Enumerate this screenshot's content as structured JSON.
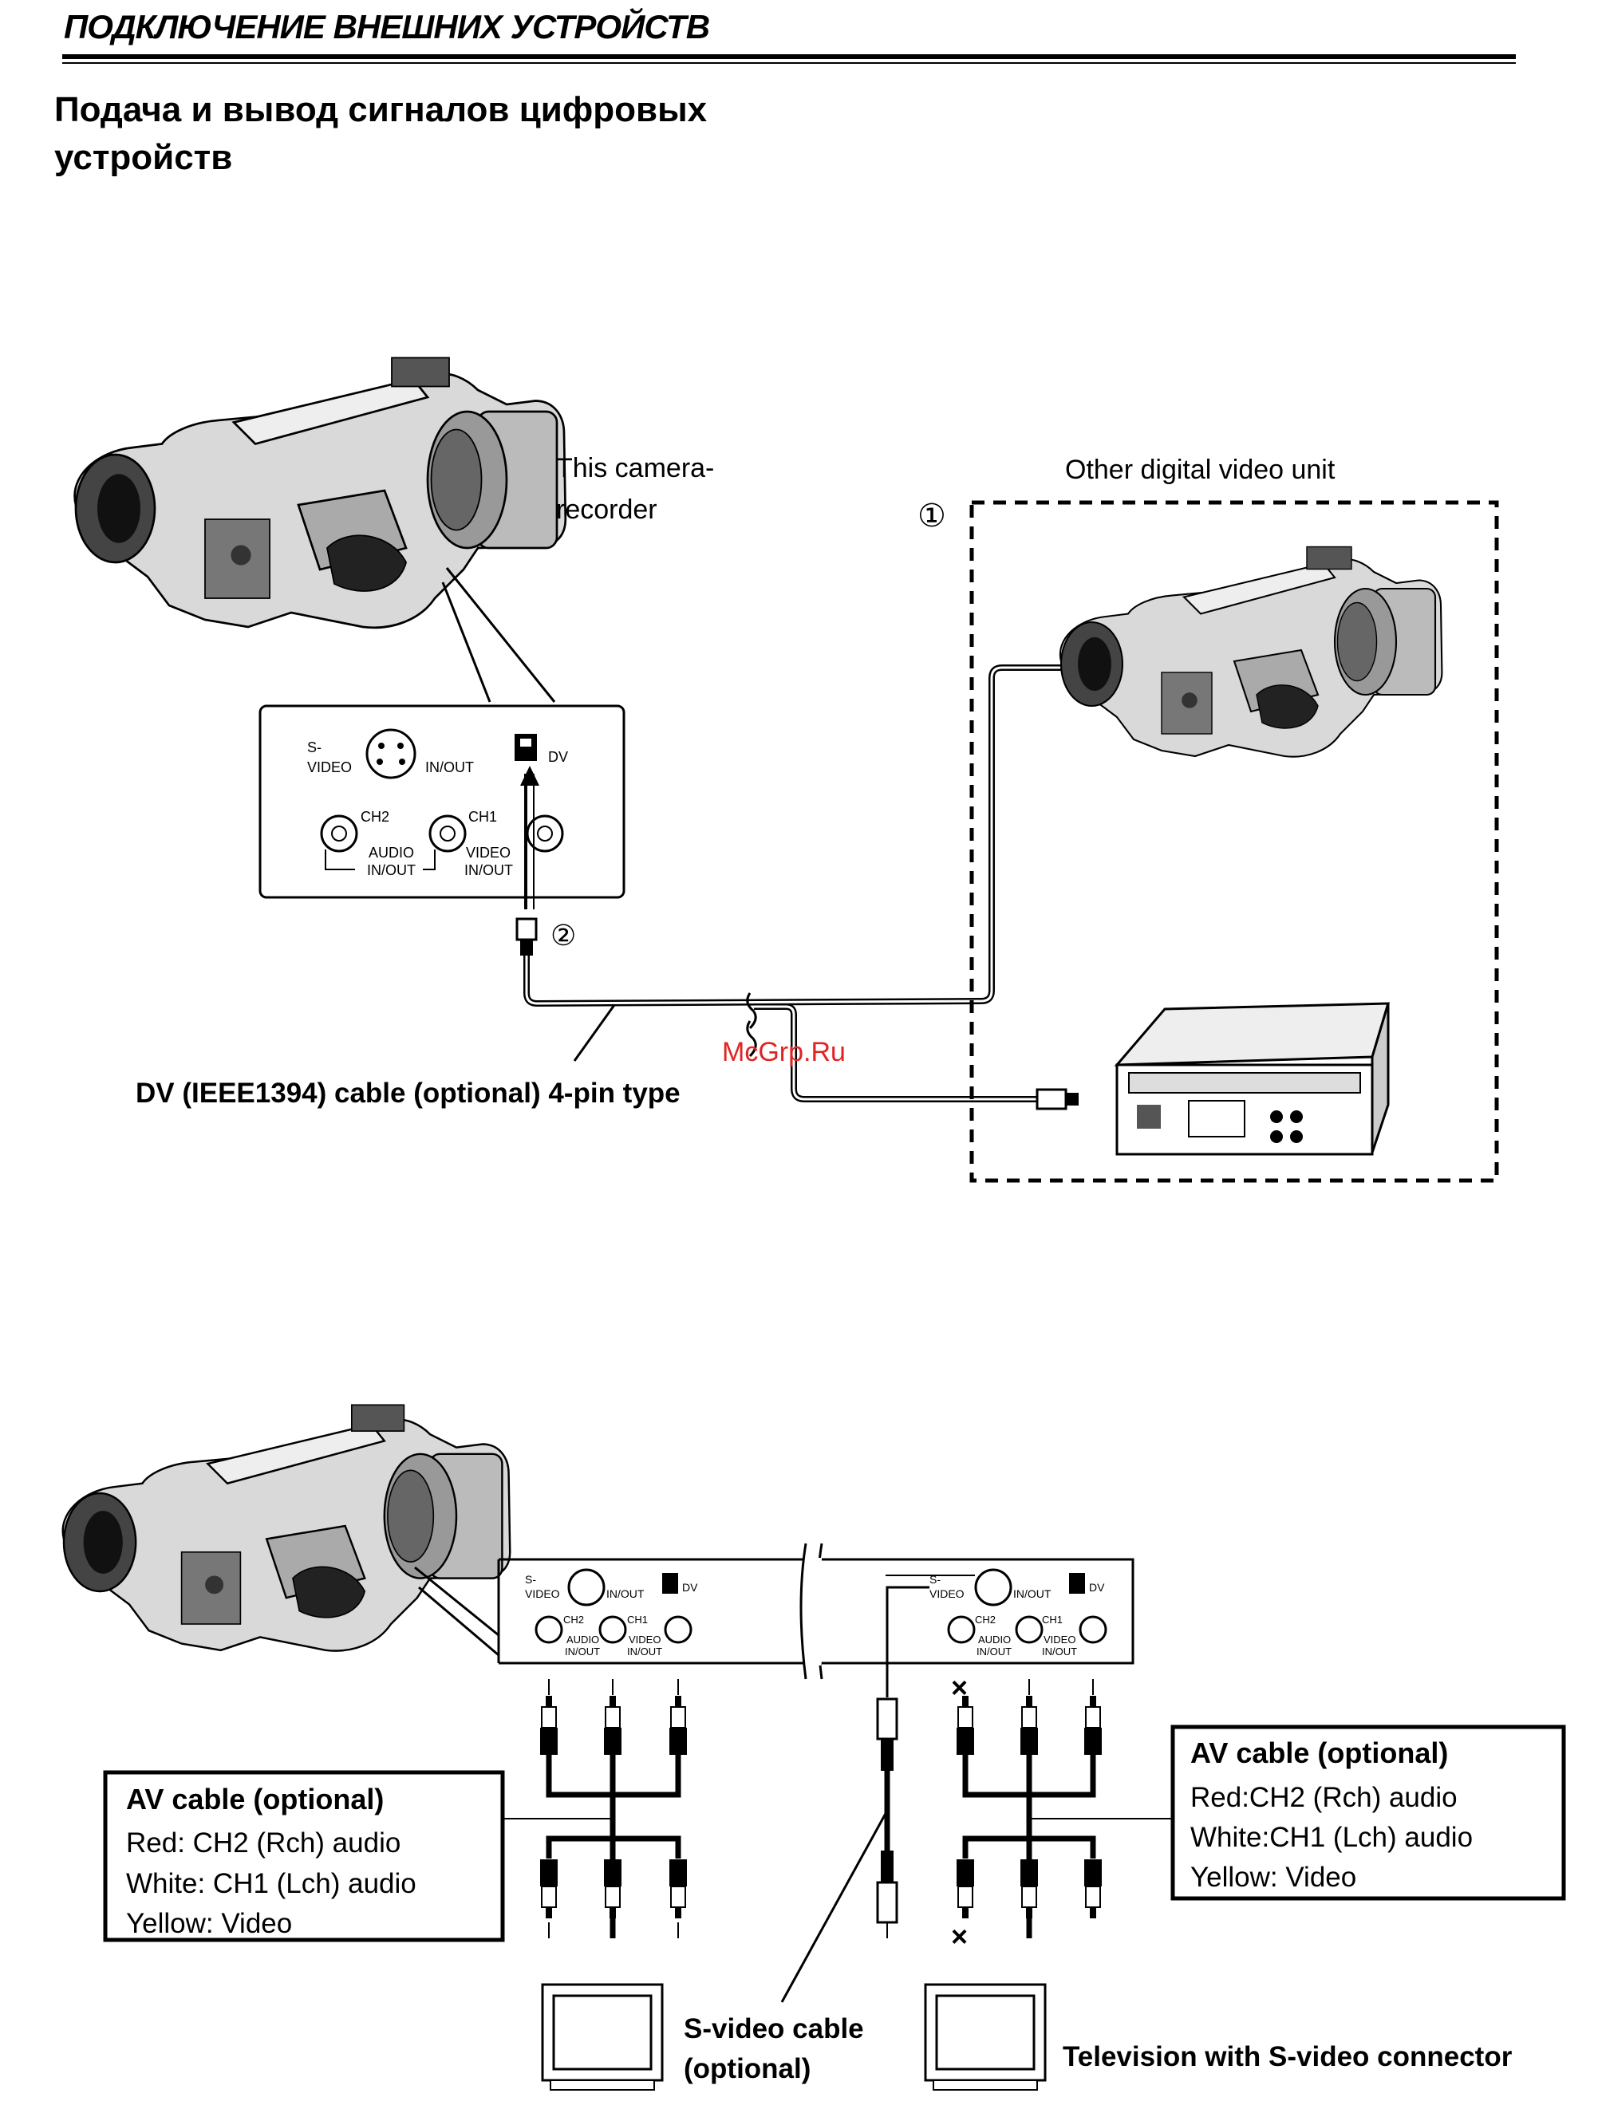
{
  "header": {
    "title": "ПОДКЛЮЧЕНИЕ ВНЕШНИХ УСТРОЙСТВ",
    "subtitle_line1": "Подача и вывод сигналов цифровых",
    "subtitle_line2": "устройств"
  },
  "figure1": {
    "camera_label_line1": "This camera-",
    "camera_label_line2": "recorder",
    "other_unit_label": "Other digital video unit",
    "marker1": "①",
    "marker2": "②",
    "cable_label": "DV (IEEE1394) cable (optional) 4-pin type",
    "watermark": "McGrp.Ru",
    "panel": {
      "svideo": "S-",
      "video": "VIDEO",
      "inout": "IN/OUT",
      "dv": "DV",
      "ch2": "CH2",
      "ch1": "CH1",
      "audio": "AUDIO",
      "audio_inout": "IN/OUT",
      "video2": "VIDEO",
      "video_inout": "IN/OUT"
    }
  },
  "figure2": {
    "left_box": {
      "title": "AV cable (optional)",
      "line1": "Red: CH2 (Rch) audio",
      "line2": "White: CH1 (Lch) audio",
      "line3": "Yellow: Video"
    },
    "right_box": {
      "title": "AV cable (optional)",
      "line1": "Red:CH2 (Rch) audio",
      "line2": "White:CH1 (Lch) audio",
      "line3": "Yellow: Video"
    },
    "svideo_cable_line1": "S-video cable",
    "svideo_cable_line2": "(optional)",
    "tv_label": "Television with S-video connector",
    "x_mark": "×"
  }
}
